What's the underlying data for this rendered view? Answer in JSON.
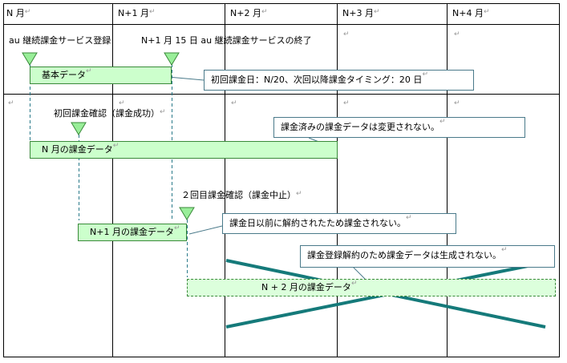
{
  "columns": [
    "N 月",
    "N+1 月",
    "N+2 月",
    "N+3 月",
    "N+4 月"
  ],
  "labels": {
    "au_register": "au 継続課金サービス登録",
    "service_end": "N+1 月 15 日 au 継続課金サービスの終了",
    "first_confirm": "初回課金確認（課金成功）",
    "second_confirm": "２回目課金確認（課金中止）"
  },
  "bars": {
    "basic": "基本データ",
    "n_month": "N 月の課金データ",
    "n1_month": "N+1 月の課金データ",
    "n2_month": "N + 2 月の課金データ"
  },
  "callouts": {
    "billing_date": "初回課金日：N/20、次回以降課金タイミング：20 日",
    "not_changed": "課金済みの課金データは変更されない。",
    "not_billed": "課金日以前に解約されたため課金されない。",
    "not_generated": "課金登録解約のため課金データは生成されない。"
  },
  "colors": {
    "bar_fill": "#ccffcc",
    "bar_border": "#3a8a3a",
    "marker_fill": "#99ee99",
    "cross": "#157a7a",
    "dash_line": "#2a7a8a"
  },
  "paragraph_mark": "↵"
}
